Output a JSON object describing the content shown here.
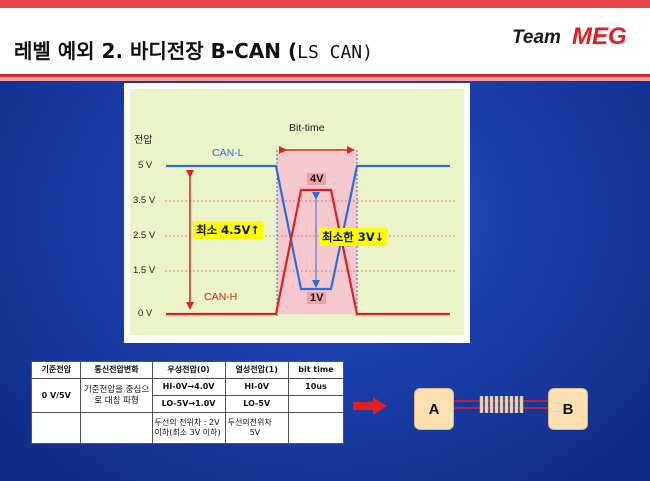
{
  "slide": {
    "title_main": "레벨 예외 2.  바디전장 B-CAN  (",
    "title_paren": "LS CAN)",
    "logo_team": "Team",
    "logo_meg": "MEG"
  },
  "chart": {
    "y_title": "전압",
    "y_ticks": [
      "5 V",
      "3.5 V",
      "2.5 V",
      "1.5 V",
      "0 V"
    ],
    "bit_time_label": "Bit-time",
    "can_l_label": "CAN-L",
    "can_h_label": "CAN-H",
    "tag_4v": "4V",
    "tag_1v": "1V",
    "tag_min_45": "최소 4.5V↑",
    "tag_min_3": "최소한 3V↓",
    "colors": {
      "can_l": "#2b6fd6",
      "can_h": "#e02020",
      "plot_bg": "#eaf4c8",
      "highlight": "#f6c9cf"
    }
  },
  "table": {
    "headers": [
      "기준전압",
      "통신전압변화",
      "우성전압(0)",
      "열성전압(1)",
      "bit time"
    ],
    "ref_voltage": "0 V/5V",
    "comm_change": "기준전압을 중심으로 대칭 파형",
    "row1": {
      "dominant": "HI-0V→4.0V",
      "recessive": "HI-0V",
      "bit_time": "10us"
    },
    "row2": {
      "dominant": "LO-5V→1.0V",
      "recessive": "LO-5V"
    },
    "row3": {
      "dominant": "두선의 전위차 : 2V이하(최소 3V 이하)",
      "recessive": "두선의전위차",
      "recessive_value": "5V"
    }
  },
  "diagram": {
    "node_a": "A",
    "node_b": "B"
  }
}
